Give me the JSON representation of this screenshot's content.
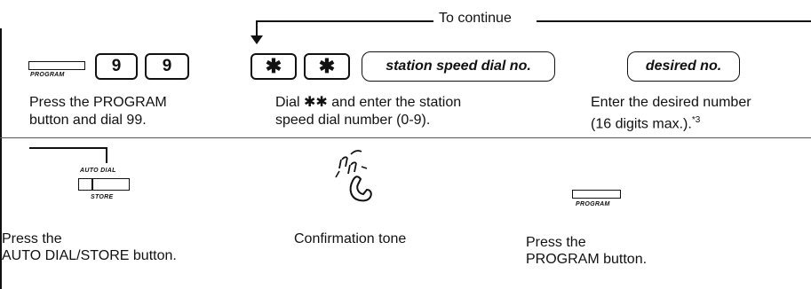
{
  "continue_label": "To continue",
  "step1": {
    "button_label": "PROGRAM",
    "keys": [
      "9",
      "9"
    ],
    "text_line1": "Press the PROGRAM",
    "text_line2": "button and dial 99."
  },
  "step2": {
    "keys": [
      "✱",
      "✱"
    ],
    "field_label": "station speed dial no.",
    "text_line1": "Dial ✱✱ and enter the station",
    "text_line2": "speed dial number (0-9)."
  },
  "step3": {
    "field_label": "desired no.",
    "text_line1": "Enter the desired number",
    "text_line2": "(16 digits max.).",
    "footnote": "*3"
  },
  "step4": {
    "button_label_top": "AUTO DIAL",
    "button_label_bottom": "STORE",
    "text_line1": "Press the",
    "text_line2": "AUTO DIAL/STORE button."
  },
  "step5": {
    "icon": "telephone-handset-tone-icon",
    "text": "Confirmation tone"
  },
  "step6": {
    "button_label": "PROGRAM",
    "text_line1": "Press the",
    "text_line2": "PROGRAM button."
  }
}
